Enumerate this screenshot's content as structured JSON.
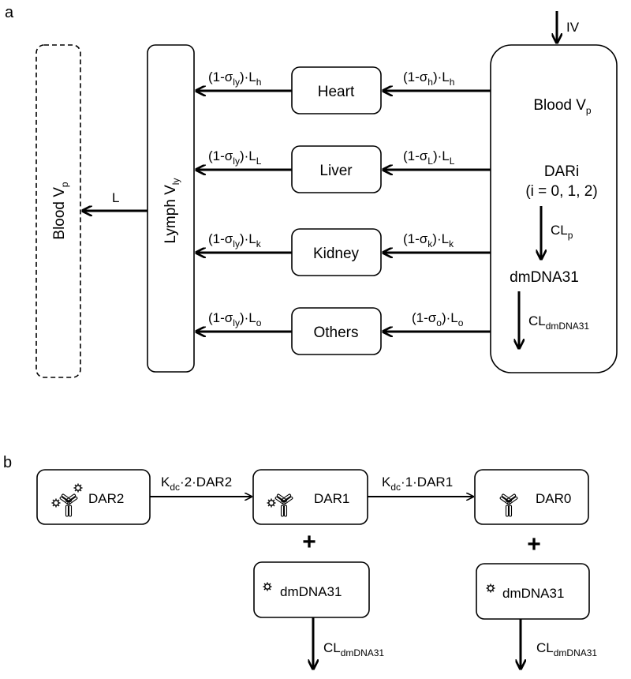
{
  "panel_a": {
    "label": "a",
    "iv_label": "IV",
    "blood_right": {
      "name": "Blood V",
      "sub": "p"
    },
    "blood_left": {
      "name": "Blood V",
      "sub": "p"
    },
    "lymph": {
      "name": "Lymph V",
      "sub": "ly"
    },
    "lymph_out_label": "L",
    "dari": {
      "line1": "DARi",
      "line2": "(i = 0, 1, 2)"
    },
    "clp": {
      "main": "CL",
      "sub": "p"
    },
    "dmdna": "dmDNA31",
    "cl_dmdna": {
      "main": "CL",
      "sub": "dmDNA31"
    },
    "organs": [
      {
        "name": "Heart",
        "in_sigma": "h",
        "in_L": "h",
        "out_sigma": "ly",
        "out_L": "h"
      },
      {
        "name": "Liver",
        "in_sigma": "L",
        "in_L": "L",
        "out_sigma": "ly",
        "out_L": "L"
      },
      {
        "name": "Kidney",
        "in_sigma": "k",
        "in_L": "k",
        "out_sigma": "ly",
        "out_L": "k"
      },
      {
        "name": "Others",
        "in_sigma": "o",
        "in_L": "o",
        "out_sigma": "ly",
        "out_L": "o"
      }
    ],
    "flow_prefix": "(1-σ",
    "flow_mid": ")·L"
  },
  "panel_b": {
    "label": "b",
    "dar2": "DAR2",
    "dar1": "DAR1",
    "dar0": "DAR0",
    "k1": {
      "main": "K",
      "sub": "dc",
      "rest": "·2·DAR2"
    },
    "k2": {
      "main": "K",
      "sub": "dc",
      "rest": "·1·DAR1"
    },
    "plus": "+",
    "payload": "dmDNA31",
    "cl": {
      "main": "CL",
      "sub": "dmDNA31"
    }
  },
  "colors": {
    "stroke": "#000000",
    "background": "#ffffff"
  }
}
